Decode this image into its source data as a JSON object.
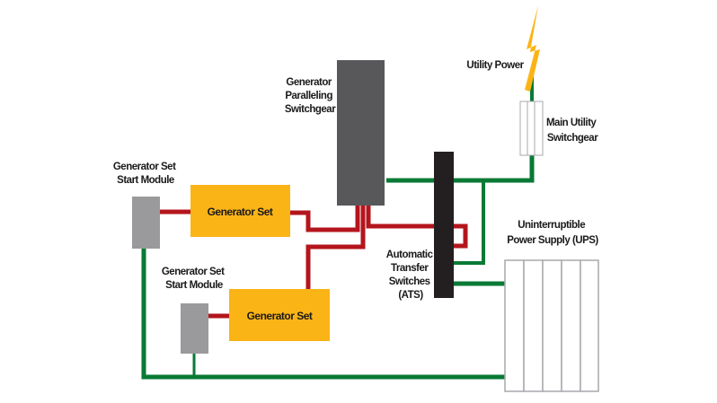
{
  "colors": {
    "generator": "#fbb416",
    "start_module": "#9a9a9c",
    "switchgear": "#58585b",
    "ats": "#231f20",
    "power_line": "#b4151c",
    "control_line": "#087a35",
    "lightning": "#fbb416",
    "ups_outline": "#a7a9ac"
  },
  "labels": {
    "start_module_1": [
      "Generator Set",
      "Start Module"
    ],
    "start_module_2": [
      "Generator Set",
      "Start Module"
    ],
    "generator_1": "Generator Set",
    "generator_2": "Generator Set",
    "paralleling_switchgear": [
      "Generator",
      "Paralleling",
      "Switchgear"
    ],
    "utility_power": "Utility Power",
    "main_utility_switchgear": [
      "Main Utility",
      "Switchgear"
    ],
    "ats": [
      "Automatic",
      "Transfer",
      "Switches",
      "(ATS)"
    ],
    "ups": [
      "Uninterruptible",
      "Power Supply (UPS)"
    ]
  },
  "icons": {
    "utility_power": "lightning-bolt-icon"
  }
}
